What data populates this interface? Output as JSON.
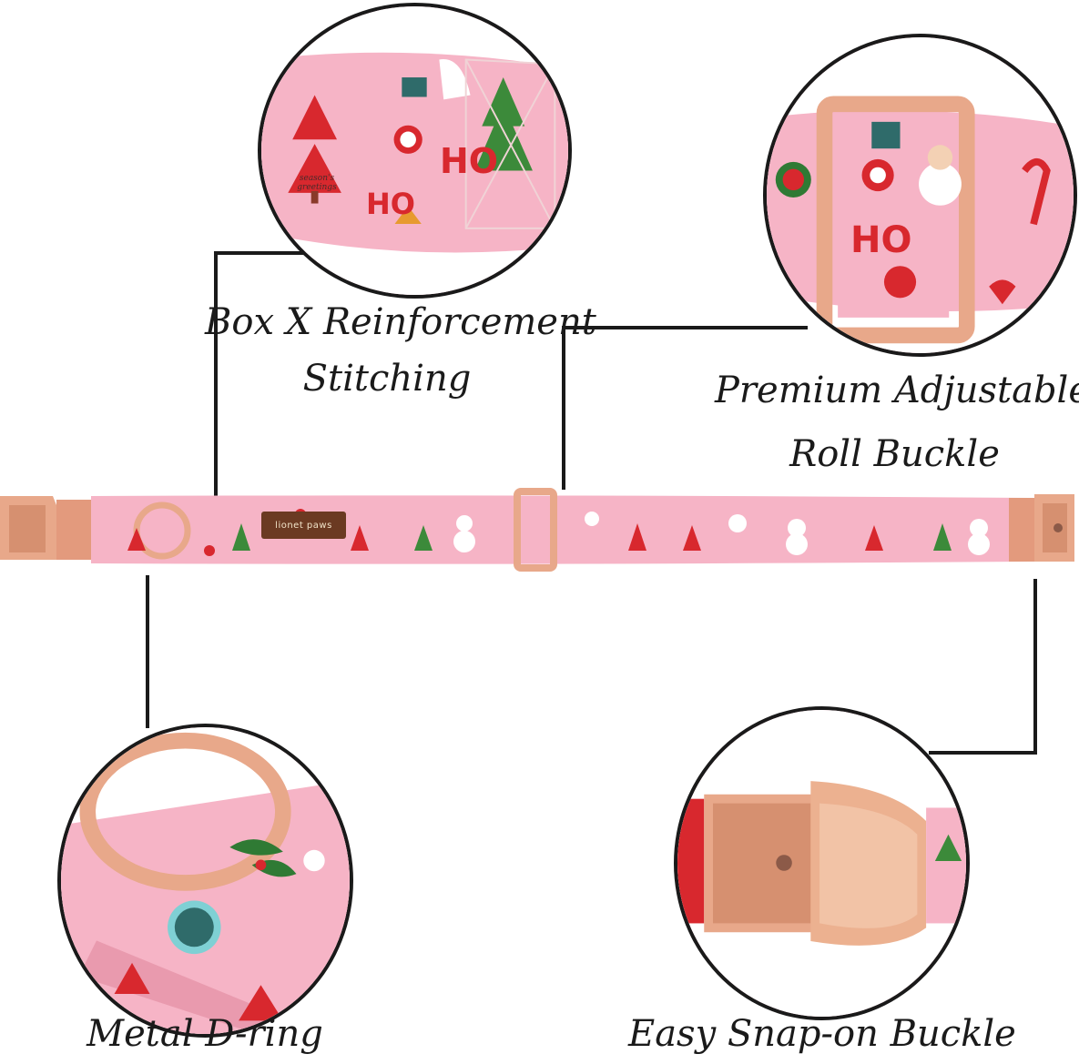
{
  "labels": {
    "box_x": [
      "Box X Reinforcement",
      "Stitching"
    ],
    "roll_buckle": [
      "Premium Adjustable",
      "Roll Buckle"
    ],
    "d_ring": "Metal D-ring",
    "snap_buckle": "Easy Snap-on Buckle"
  },
  "collar_text": {
    "brand": "lionet paws",
    "pattern_text": "HO",
    "greeting": [
      "season's",
      "greetings"
    ]
  },
  "colors": {
    "collar_pink": "#f6b4c6",
    "hardware_rose_gold": "#e8a88a",
    "pattern_red": "#d8282e",
    "pattern_green": "#2f7a34",
    "callout_line": "#1a1a1a"
  },
  "icons": [
    "christmas-tree-icon",
    "santa-icon",
    "snowman-icon",
    "stocking-icon",
    "lollipop-icon",
    "star-icon",
    "holly-icon",
    "candy-cane-icon"
  ]
}
